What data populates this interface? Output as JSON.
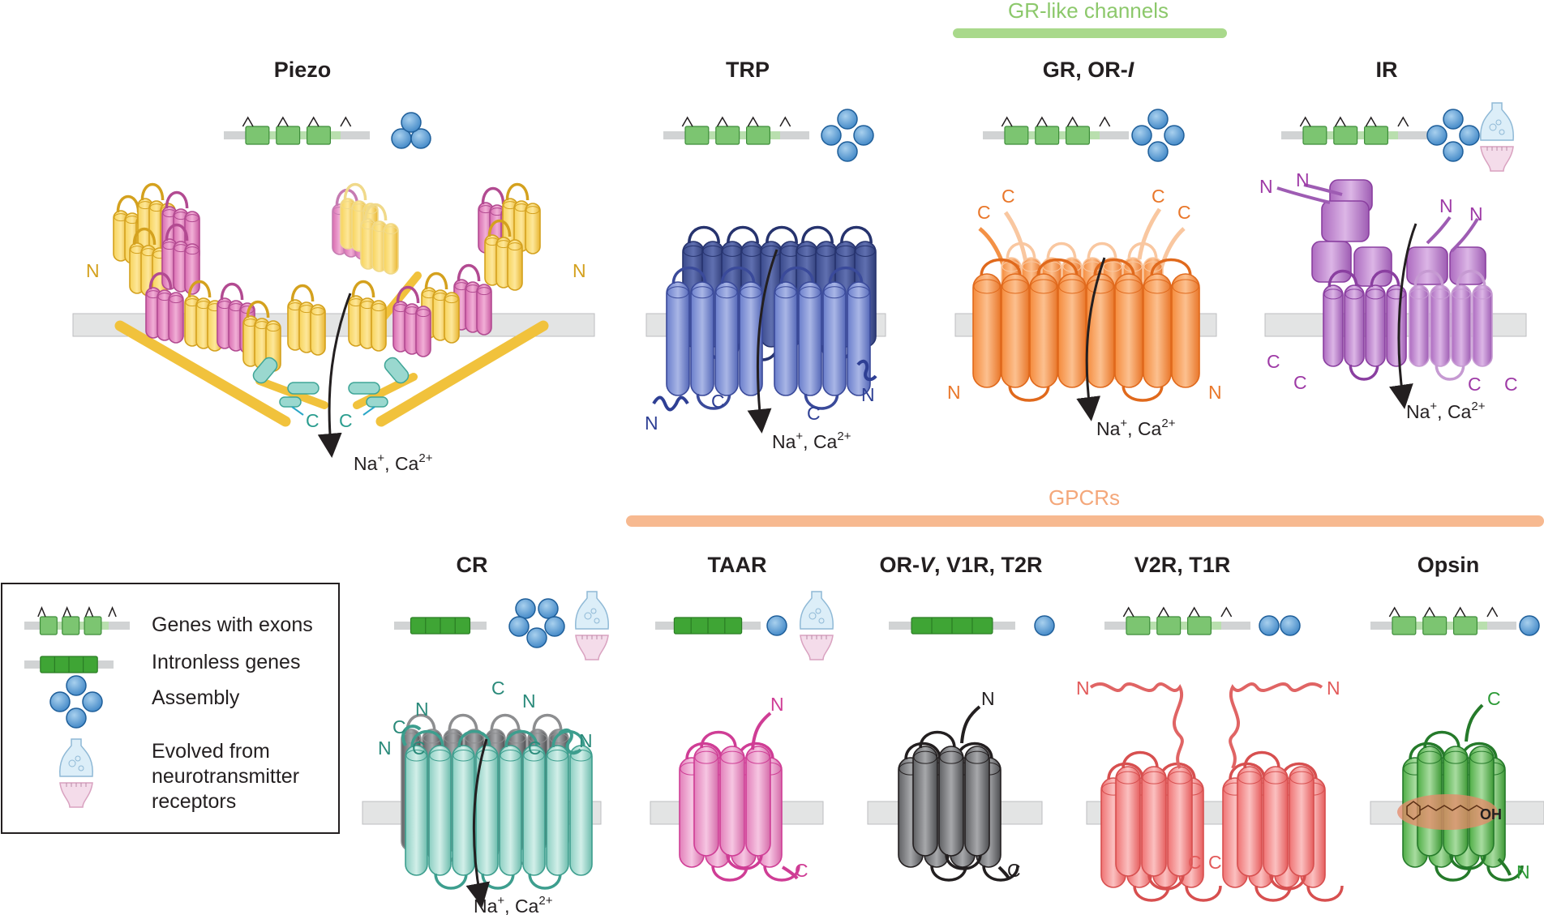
{
  "categories": {
    "gr_like": {
      "label": "GR-like channels",
      "color": "#9bd37b"
    },
    "gpcrs": {
      "label": "GPCRs",
      "color": "#f7b48a"
    }
  },
  "titles": {
    "piezo": "Piezo",
    "trp": "TRP",
    "gr": "GR, OR-",
    "gr_italic": "I",
    "ir": "IR",
    "cr": "CR",
    "taar": "TAAR",
    "orv_1": "OR-",
    "orv_2": "V",
    "orv_3": ", V1R, T2R",
    "v2r": "V2R, T1R",
    "opsin": "Opsin"
  },
  "ion_label": {
    "na": "Na",
    "plus": "+",
    "ca": ", Ca",
    "ca_sup": "2+"
  },
  "terminals": {
    "n": "N",
    "c": "C",
    "oh": "OH"
  },
  "legend": {
    "exons": "Genes with exons",
    "intronless": "Intronless genes",
    "assembly": "Assembly",
    "evolved_1": "Evolved from",
    "evolved_2": "neurotransmitter",
    "evolved_3": "receptors"
  },
  "colors": {
    "piezo": "#f5c842",
    "piezo_pink": "#dc82bd",
    "trp": "#5a6fc0",
    "gr": "#f39146",
    "ir": "#b77ac8",
    "cr": "#8fd0c4",
    "taar": "#e888c0",
    "orv": "#6d6e71",
    "v2r": "#f07b7b",
    "opsin": "#5dbb53",
    "membrane": "#e3e4e4",
    "subunit": "#5b9bd0"
  }
}
